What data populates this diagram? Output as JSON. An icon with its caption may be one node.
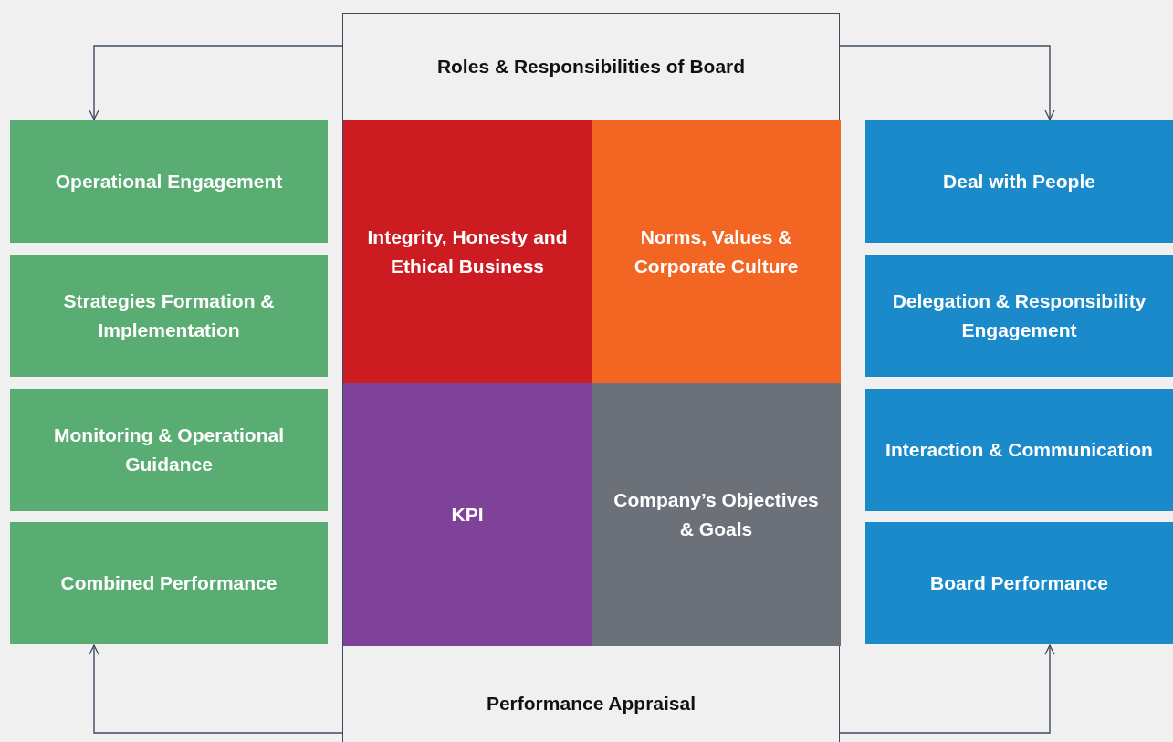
{
  "diagram": {
    "nodes": [
      {
        "text": [
          "Roles & Responsibilities of Board",
          "Performance Appraisal"
        ]
      },
      {
        "text": [
          "Integrity, Honesty and Ethical Business"
        ],
        "in": 0
      },
      {
        "text": [
          "Norms, Values & Corporate Culture"
        ],
        "in": 0
      },
      {
        "text": [
          "KPI"
        ],
        "in": 0
      },
      {
        "text": [
          "Company’s Objectives & Goals"
        ],
        "in": 0
      },
      {
        "text": [
          "Operational Engagement"
        ]
      },
      {
        "text": [
          "Strategies Formation & Implementation"
        ]
      },
      {
        "text": [
          "Monitoring & Operational Guidance"
        ]
      },
      {
        "text": [
          "Combined Performance"
        ]
      },
      {
        "text": [
          "Deal with People"
        ]
      },
      {
        "text": [
          "Delegation & Responsibility Engagement"
        ]
      },
      {
        "text": [
          "Interaction & Communication"
        ]
      },
      {
        "text": [
          "Board Performance"
        ]
      }
    ],
    "edges": [
      {
        "from": 0,
        "to": 5,
        "arrow": "to"
      },
      {
        "from": 0,
        "to": 9,
        "arrow": "to"
      },
      {
        "from": 0,
        "to": 8,
        "arrow": "to"
      },
      {
        "from": 0,
        "to": 12,
        "arrow": "to"
      }
    ]
  }
}
